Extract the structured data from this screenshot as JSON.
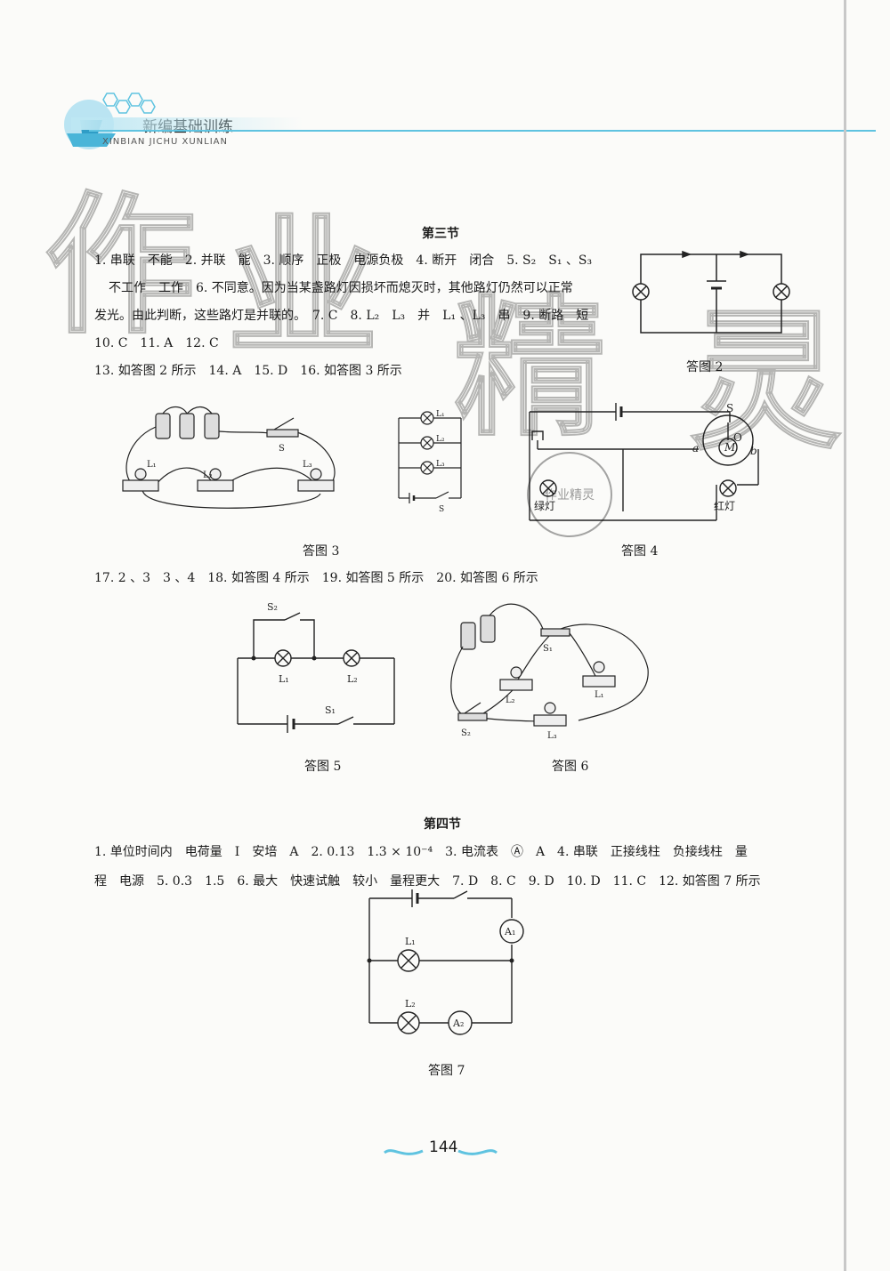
{
  "header": {
    "title": "新编基础训练",
    "pinyin": "XINBIAN JICHU XUNLIAN"
  },
  "watermark": [
    "作",
    "业",
    "精",
    "灵"
  ],
  "stamp_text": "作业精灵",
  "section3": {
    "title": "第三节",
    "lines": [
      "1. 串联　不能　2. 并联　能　3. 顺序　正极　电源负极　4. 断开　闭合　5. S₂　S₁ 、S₃",
      "不工作　工作　6. 不同意。因为当某盏路灯因损坏而熄灭时，其他路灯仍然可以正常",
      "发光。由此判断，这些路灯是并联的。　7. C　8. L₂　L₃　并　L₁ 、L₃　串　9. 断路　短",
      "10. C　11. A　12. C",
      "13. 如答图 2 所示　14. A　15. D　16. 如答图 3 所示"
    ],
    "line17": "17. 2 、3　3 、4　18. 如答图 4 所示　19. 如答图 5 所示　20. 如答图 6 所示"
  },
  "section4": {
    "title": "第四节",
    "lines": [
      "1. 单位时间内　电荷量　I　安培　A　2. 0.13　1.3 × 10⁻⁴　3. 电流表　Ⓐ　A　4. 串联　正接线柱　负接线柱　量",
      "程　电源　5. 0.3　1.5　6. 最大　快速试触　较小　量程更大　7. D　8. C　9. D　10. D　11. C　12. 如答图 7 所示"
    ]
  },
  "figures": {
    "fig2": {
      "caption": "答图 2"
    },
    "fig3": {
      "caption": "答图 3",
      "labels": [
        "S",
        "L₁",
        "L₂",
        "L₃",
        "S",
        "L₁",
        "L₂",
        "L₃"
      ]
    },
    "fig4": {
      "caption": "答图 4",
      "labels": [
        "S",
        "O",
        "M",
        "a",
        "b",
        "绿灯",
        "红灯"
      ]
    },
    "fig5": {
      "caption": "答图 5",
      "labels": [
        "S₂",
        "L₁",
        "L₂",
        "S₁"
      ]
    },
    "fig6": {
      "caption": "答图 6",
      "labels": [
        "S₁",
        "L₂",
        "L₁",
        "S₂",
        "L₃"
      ]
    },
    "fig7": {
      "caption": "答图 7",
      "labels": [
        "A₁",
        "L₁",
        "L₂",
        "A₂"
      ]
    }
  },
  "page_number": "144",
  "colors": {
    "accent": "#5fc3e0",
    "text": "#1a1a1a"
  }
}
